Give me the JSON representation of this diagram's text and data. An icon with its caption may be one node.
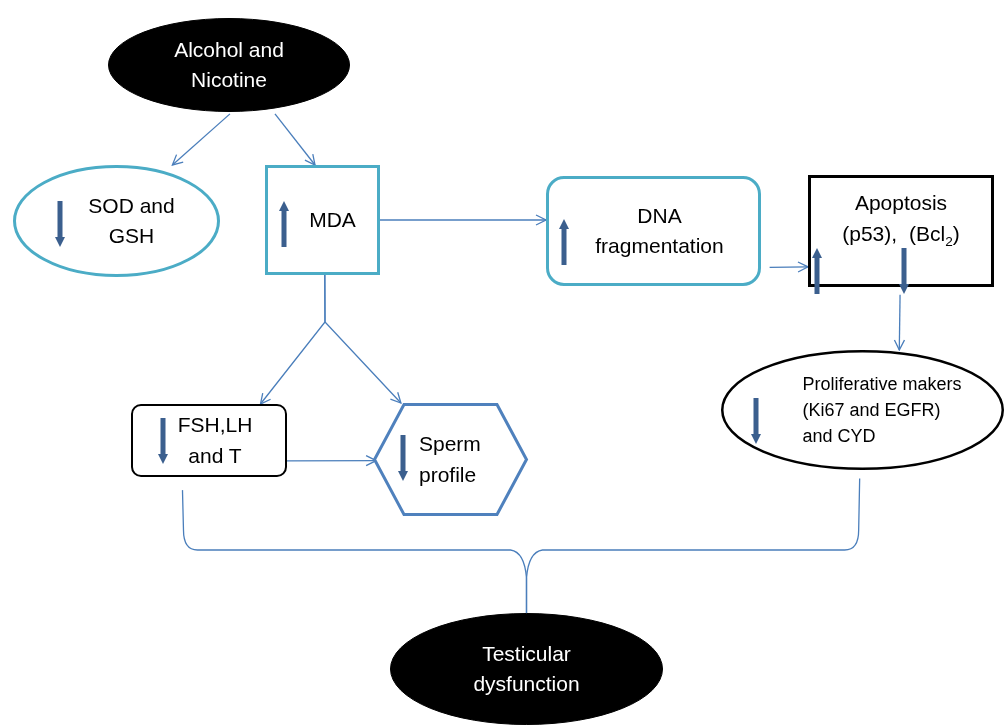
{
  "diagram": {
    "nodes": [
      {
        "text": [
          "Alcohol and Nicotine"
        ]
      },
      {
        "text": [
          "SOD and GSH"
        ]
      },
      {
        "text": [
          "MDA"
        ]
      },
      {
        "text": [
          "DNA fragmentation"
        ]
      },
      {
        "text": [
          "Apoptosis (p53),   (Bcl$_{2}$)"
        ]
      },
      {
        "text": [
          "FSH,LH and T"
        ]
      },
      {
        "text": [
          "Sperm profile"
        ]
      },
      {
        "text": [
          "Proliferative makers (Ki67 and EGFR) and CYD"
        ]
      },
      {
        "text": [
          "Testicular dysfunction"
        ]
      }
    ],
    "edges": [
      {
        "from": 0,
        "to": 1,
        "arrow": "to"
      },
      {
        "from": 0,
        "to": 2,
        "arrow": "to"
      },
      {
        "from": 2,
        "to": 3,
        "arrow": "to"
      },
      {
        "from": 3,
        "to": 4,
        "arrow": "to"
      },
      {
        "from": 2,
        "to": 5,
        "arrow": "to"
      },
      {
        "from": 2,
        "to": 6,
        "arrow": "to"
      },
      {
        "from": 5,
        "to": 6,
        "arrow": "to"
      },
      {
        "from": 4,
        "to": 7,
        "arrow": "to"
      },
      {
        "from": 5,
        "to": 8,
        "arrow": "none"
      },
      {
        "from": 7,
        "to": 8,
        "arrow": "none"
      }
    ]
  }
}
